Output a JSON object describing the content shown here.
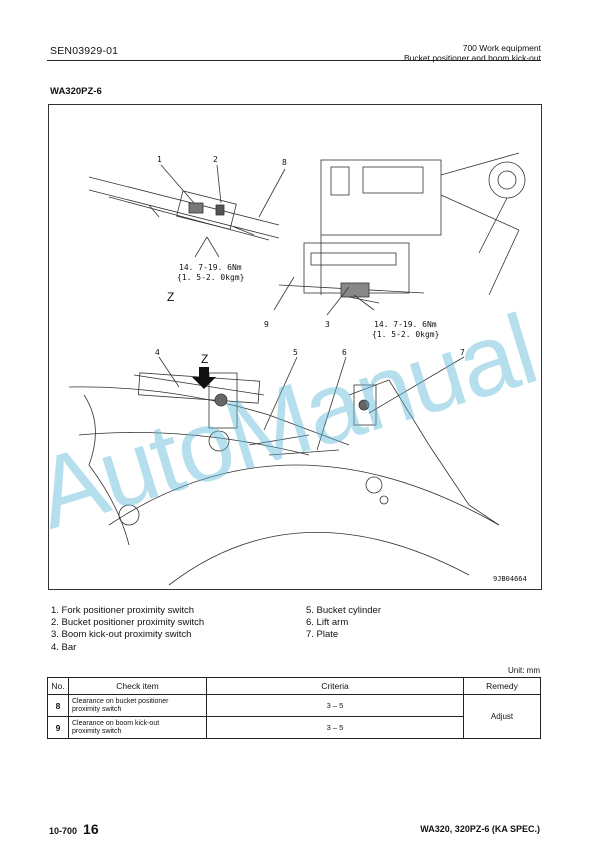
{
  "header": {
    "doc_code": "SEN03929-01",
    "section_line1": "700 Work equipment",
    "section_line2": "Bucket positioner and boom kick-out"
  },
  "model_title": "WA320PZ-6",
  "figure": {
    "callouts": [
      "1",
      "2",
      "8",
      "9",
      "3",
      "4",
      "5",
      "6",
      "7"
    ],
    "torque_a_line1": "14. 7-19. 6Nm",
    "torque_a_line2": "{1. 5-2. 0kgm}",
    "torque_b_line1": "14. 7-19. 6Nm",
    "torque_b_line2": "{1. 5-2. 0kgm}",
    "view_label_1": "Z",
    "view_label_2": "Z",
    "figure_code": "9JB04664"
  },
  "legend": {
    "left": [
      "1. Fork positioner proximity switch",
      "2. Bucket positioner proximity switch",
      "3. Boom kick-out proximity switch",
      "4. Bar"
    ],
    "right": [
      "5. Bucket cylinder",
      "6. Lift arm",
      "7. Plate"
    ]
  },
  "table": {
    "unit": "Unit:  mm",
    "headers": [
      "No.",
      "Check item",
      "Criteria",
      "Remedy"
    ],
    "rows": [
      {
        "no": "8",
        "item_line1": "Clearance on bucket positioner",
        "item_line2": "proximity switch",
        "criteria": "3 – 5"
      },
      {
        "no": "9",
        "item_line1": "Clearance on boom kick-out",
        "item_line2": "proximity switch",
        "criteria": "3 – 5"
      }
    ],
    "remedy": "Adjust"
  },
  "footer": {
    "section_no": "10-700",
    "page_no": "16",
    "model": "WA320, 320PZ-6 (KA SPEC.)"
  },
  "watermark": "AutoManual"
}
